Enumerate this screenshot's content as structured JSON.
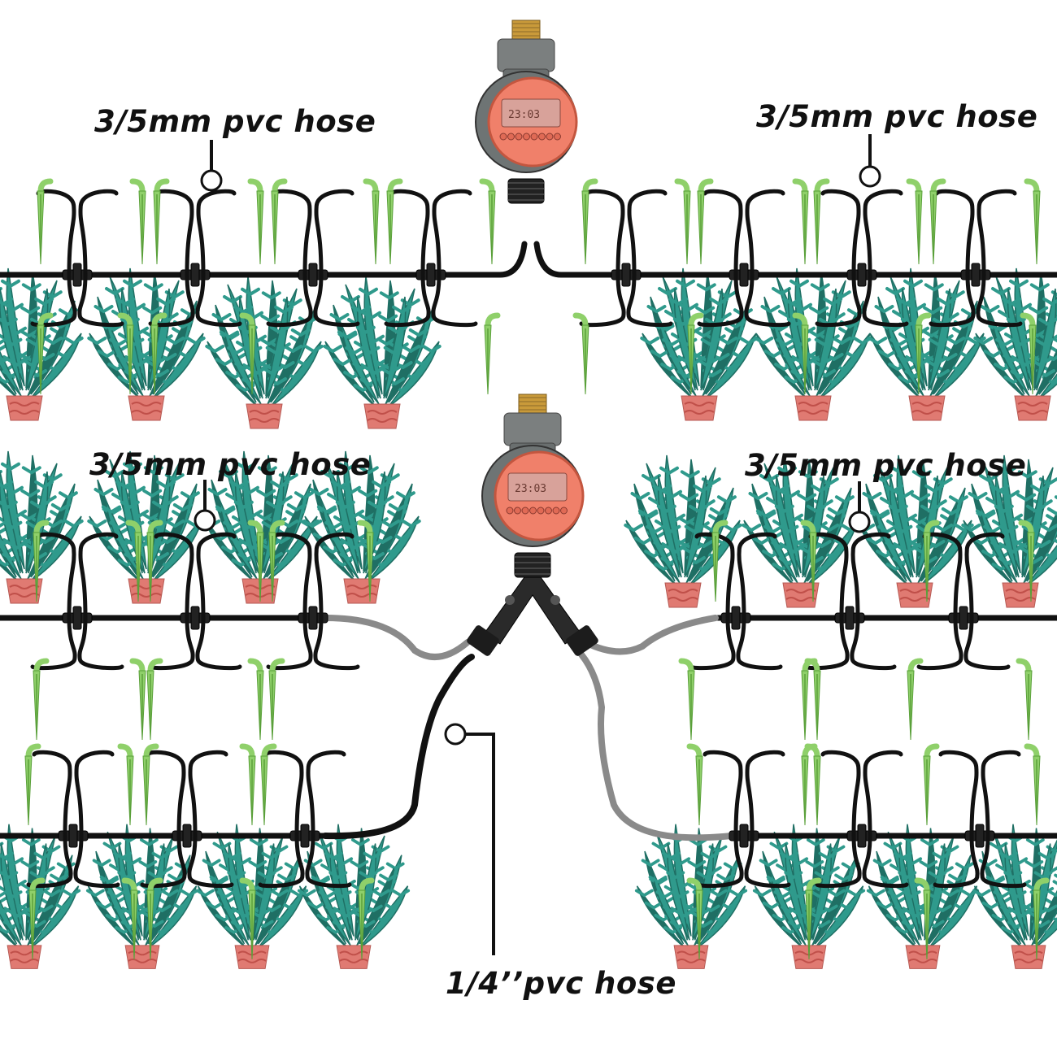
{
  "labels": {
    "hose_top_left": "3/5mm pvc hose",
    "hose_top_right": "3/5mm pvc hose",
    "hose_mid_left": "3/5mm pvc hose",
    "hose_mid_right": "3/5mm pvc hose",
    "main_hose": "1/4’’pvc hose"
  },
  "timers": {
    "top": {
      "display": "23:03"
    },
    "bottom": {
      "display": "23:03"
    }
  },
  "colors": {
    "hose": "#111111",
    "main_hose_light": "#8a8a8a",
    "stake": "#8fd06a",
    "stake_dark": "#5aa03a",
    "leaf": "#2f9a8c",
    "leaf_dark": "#1f6f64",
    "pot": "#e07a72",
    "timer_body": "#6e7474",
    "timer_face": "#f0806a",
    "brass": "#c99a3a"
  },
  "icons": [
    "timer-icon",
    "y-splitter-icon",
    "drip-stake-icon",
    "potted-plant-icon",
    "tee-connector-icon"
  ]
}
